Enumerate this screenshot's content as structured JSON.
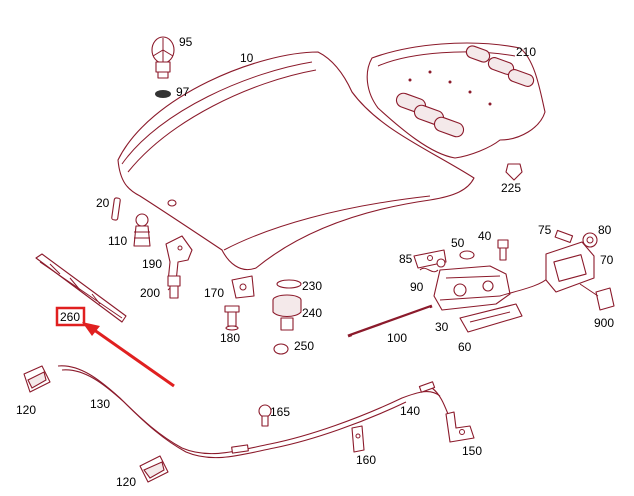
{
  "diagram": {
    "highlight_color": "#e02020",
    "line_color": "#8b1a2b",
    "labels": {
      "l10": "10",
      "l20": "20",
      "l30": "30",
      "l40": "40",
      "l50": "50",
      "l60": "60",
      "l70": "70",
      "l75": "75",
      "l80": "80",
      "l85": "85",
      "l90": "90",
      "l95": "95",
      "l97": "97",
      "l100": "100",
      "l110": "110",
      "l120a": "120",
      "l120b": "120",
      "l130": "130",
      "l140": "140",
      "l150": "150",
      "l160": "160",
      "l165": "165",
      "l170": "170",
      "l180": "180",
      "l190": "190",
      "l200": "200",
      "l210": "210",
      "l225": "225",
      "l230": "230",
      "l240": "240",
      "l250": "250",
      "l260": "260",
      "l900": "900"
    }
  }
}
